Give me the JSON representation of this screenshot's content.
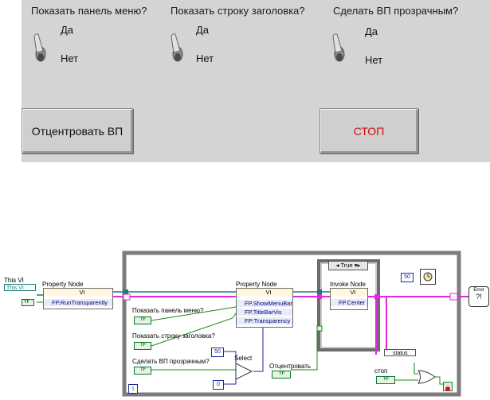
{
  "front_panel": {
    "labels": {
      "show_menu": "Показать панель меню?",
      "show_title": "Показать строку заголовка?",
      "transparent": "Сделать ВП прозрачным?"
    },
    "yes": "Да",
    "no": "Нет",
    "center_button": "Отцентровать ВП",
    "stop_button": "СТОП",
    "colors": {
      "background": "#d4d4d4",
      "stop_text": "#cc1111"
    }
  },
  "block_diagram": {
    "this_vi_label": "This VI",
    "this_vi_ref": "This VI",
    "property_node_label_1": "Property Node",
    "property_node_1_header": "VI",
    "property_node_1_row": "FP.RunTransparently",
    "property_node_label_2": "Property Node",
    "property_node_2_header": "VI",
    "property_node_2_rows": [
      "FP.ShowMenuBar",
      "FP.TitleBarVis",
      "FP:Transparency"
    ],
    "case_selector": "True",
    "invoke_node_label": "Invoke Node",
    "invoke_node_header": "VI",
    "invoke_node_row": "FP.Center",
    "control_labels": {
      "show_menu": "Показать панель меню?",
      "show_title": "Показать строку заголовка?",
      "transparent": "Сделать ВП прозрачным?",
      "center": "Отцентровать",
      "stop": "стоп"
    },
    "tf": "TF",
    "select_label": "Select",
    "const_50_a": "50",
    "const_50_b": "50",
    "const_0": "0",
    "status_label": "status",
    "loop_index": "i",
    "error_label": "Error",
    "colors": {
      "boolean_wire": "#1a8a1a",
      "ref_wire": "#1a7a7a",
      "error_wire": "#e028e0",
      "numeric_wire": "#1b2b9a"
    }
  }
}
